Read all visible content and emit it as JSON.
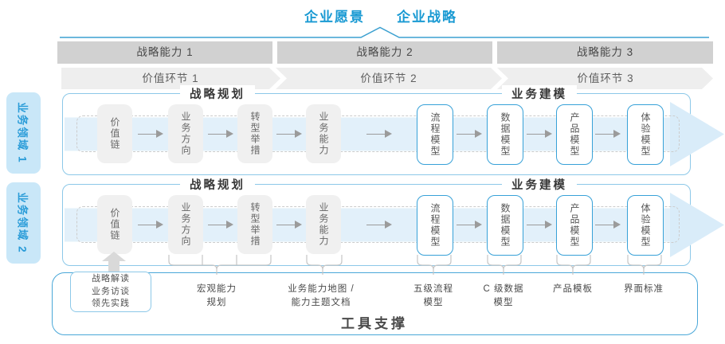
{
  "title": {
    "vision": "企业愿景",
    "strategy": "企业战略"
  },
  "capabilities": [
    "战略能力 1",
    "战略能力 2",
    "战略能力 3"
  ],
  "value_links": [
    "价值环节 1",
    "价值环节 2",
    "价值环节 3"
  ],
  "domains": [
    "业务领域 1",
    "业务领域 2"
  ],
  "row_headers": {
    "planning": "战略规划",
    "modeling": "业务建模"
  },
  "boxes": {
    "gray": [
      "价值链",
      "业务方向",
      "转型举措",
      "业务能力"
    ],
    "blue": [
      "流程模型",
      "数据模型",
      "产品模型",
      "体验模型"
    ]
  },
  "annotations": {
    "practice": [
      "战略解读",
      "业务访谈",
      "领先实践"
    ],
    "macro": [
      "宏观能力",
      "规划"
    ],
    "capability_map": [
      "业务能力地图 /",
      "能力主题文档"
    ],
    "process": [
      "五级流程",
      "模型"
    ],
    "data": [
      "C 级数据",
      "模型"
    ],
    "product": "产品模板",
    "ui": "界面标准"
  },
  "footer": "工具支撑",
  "colors": {
    "accent_blue": "#1a9ad3",
    "line_blue": "#3ba0d0",
    "domain_bg": "#c9e7f8",
    "row_border": "#8cc8e8",
    "band_fill": "#e2f0fa",
    "bar_bg": "#d1d1d1",
    "chevron_bg": "#eeeeee",
    "gray_box": "#f0f0f0",
    "blue_box_border": "#37a1d8"
  }
}
